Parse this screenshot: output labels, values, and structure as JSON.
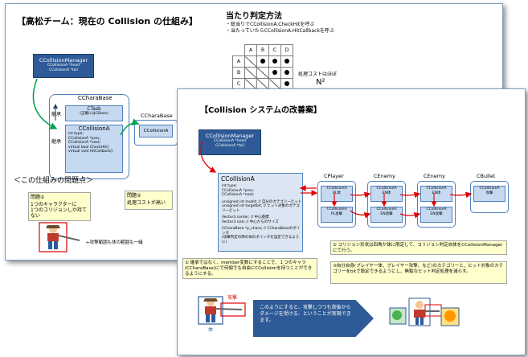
{
  "slide1": {
    "title": "【高松チーム：現在の Collision の仕組み】",
    "hit": {
      "title": "当たり判定方法",
      "bullet1": "・総当りでCCollisionA.CheckHitを呼ぶ",
      "bullet2": "・当たっていたらCCollisionA.HitCallbackを呼ぶ",
      "cols": [
        "A",
        "B",
        "C",
        "D"
      ],
      "rows": [
        "A",
        "B",
        "C"
      ],
      "cost_label": "処理コストはほぼ",
      "cost_value": "N²"
    },
    "manager": {
      "title": "CCollisionManager",
      "line1": "CCollisionA *head",
      "line2": "CCollisionA *tail"
    },
    "charabase": {
      "title": "CCharaBase",
      "inherit_label": "継承",
      "task_title": "CTask",
      "task_note": "(正確にはCBase)",
      "member_label": "継承",
      "colA_title": "CCollisionA",
      "colA_lines": [
        "int type;",
        "CCollisionA *prev,",
        "CCollisionA *next;",
        "virtual bool CheckHit()",
        "virtual void HitCallback()"
      ]
    },
    "charabase2": {
      "title": "CCharaBase",
      "colA": "CCollisionA"
    },
    "problems": {
      "heading": "＜この仕組みの問題点＞",
      "p1_title": "問題①",
      "p1_line1": "1つのキャラクターに",
      "p1_line2": "1つのコリジョンしか持てない",
      "p2_title": "問題②",
      "p2_line1": "処理コストが高い",
      "caption": "←攻撃範囲も体の範囲も一緒"
    }
  },
  "slide2": {
    "title": "【Collision システムの改善案】",
    "manager": {
      "title": "CCollisionManager",
      "line1": "CCollisionA *head",
      "line2": "CCollisionA *tail"
    },
    "colA": {
      "title": "CCollisionA",
      "lines1": [
        "int            type;",
        "CCollisionA   *prev,",
        "CCollisionA   *next;"
      ],
      "lines2": [
        "unsigned int   mubit;  // 自分のカテゴリービット",
        "unsigned int   targetbit; // ヒット対象のカテゴリービット"
      ],
      "lines3": [
        "Vector3     center;  // 中心座標",
        "Vector3     size;  // 中心からのサイズ"
      ],
      "lines4": [
        "CCharaBase  *p_chara;  // CCharaBaseのポインタ",
        "(攻撃判定の際の体のポインタを設定できるように)"
      ]
    },
    "classes": [
      {
        "title": "CPlayer",
        "items": [
          {
            "name": "CCollisionA",
            "sub": "PL体"
          },
          {
            "name": "CCollisionA",
            "sub": "PL攻撃"
          }
        ]
      },
      {
        "title": "CEnemy",
        "items": [
          {
            "name": "CCollisionA",
            "sub": "EN体"
          },
          {
            "name": "CCollisionA",
            "sub": "EN攻撃"
          }
        ]
      },
      {
        "title": "CEnemy",
        "items": [
          {
            "name": "CCollisionA",
            "sub": "EN体"
          },
          {
            "name": "CCollisionA",
            "sub": "EN攻撃"
          }
        ]
      },
      {
        "title": "CBullet",
        "items": [
          {
            "name": "CCollisionA",
            "sub": "攻撃"
          }
        ]
      }
    ],
    "note1": "① 継承ではなく、member変数にすることで、１つのキャラ(CCharaBase)にで何個でも自由にCCollisionを持つことができるようにする。",
    "note2": "② コリジョン形状は四角か球に限定して、コリジョン判定自体をCCollisionManagerにて行う。",
    "note3": "③自分自身(プレイヤー体、プレイヤー攻撃、など)のカテゴリーと、ヒット対象のカテゴリーをbitで設定できるようにし、無駄なヒット判定処理を減らす。",
    "attack_label": "攻撃",
    "body_label": "体",
    "callout": "このようにすると、攻撃しつつも背後からダメージを受ける、ということが実現できます。",
    "colors": {
      "dark": "#2e5b97",
      "red": "#e00000",
      "green": "#00a050"
    }
  }
}
